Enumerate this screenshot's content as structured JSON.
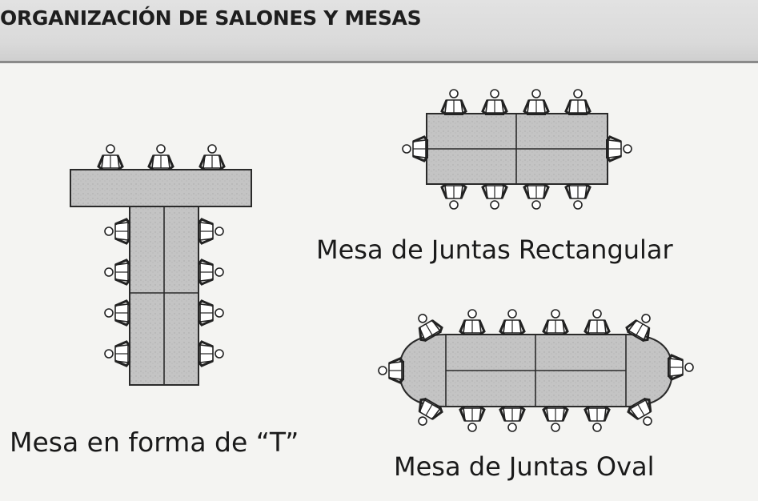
{
  "header": {
    "title": "ORGANIZACIÓN DE SALONES Y MESAS"
  },
  "layouts": {
    "t_table": {
      "label": "Mesa en forma de “T”"
    },
    "rectangular": {
      "label": "Mesa de Juntas Rectangular"
    },
    "oval": {
      "label": "Mesa de Juntas Oval"
    }
  },
  "colors": {
    "table_fill": "#c4c4c4",
    "table_stroke": "#2a2a2a",
    "header_bg": "#dcdcdc"
  }
}
